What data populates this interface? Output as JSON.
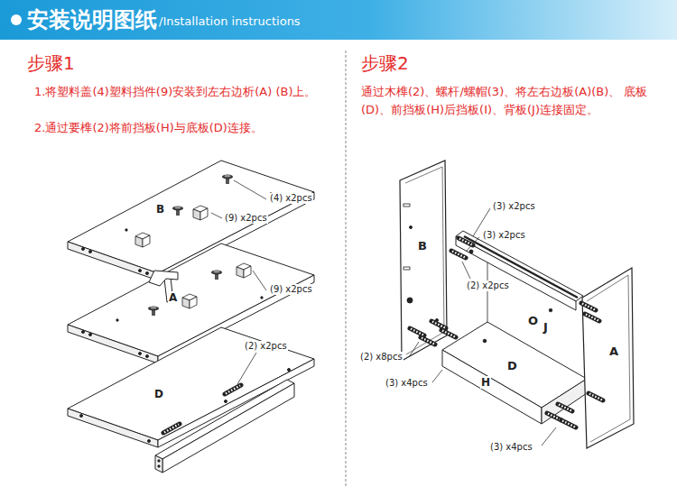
{
  "diagram": {
    "title": "安装说明图纸",
    "labels": [
      "/Installation instructions",
      "步骤1",
      "1.将塑料盖(4)塑料挡件(9)安装到左右边析(A) (B)上。",
      "2.通过要榫(2)将前挡板(H)与底板(D)连接。",
      "B",
      "(4) x2pcs",
      "(9) x2pcs",
      "A",
      "(9) x2pcs",
      "(2) x2pcs",
      "D",
      "步骤2",
      "通过木榫(2)、螺杆/螺帽(3)、将左右边板(A)(B)、 底板(D)、前挡板(H)后挡板(I)、背板(J)连接固定。",
      "B",
      "(3) x2pcs",
      "(3) x2pcs",
      "(2) x2pcs",
      "O",
      "J",
      "A",
      "(2) x8pcs",
      "D",
      "(3) x4pcs",
      "H",
      "(3) x4pcs"
    ]
  }
}
